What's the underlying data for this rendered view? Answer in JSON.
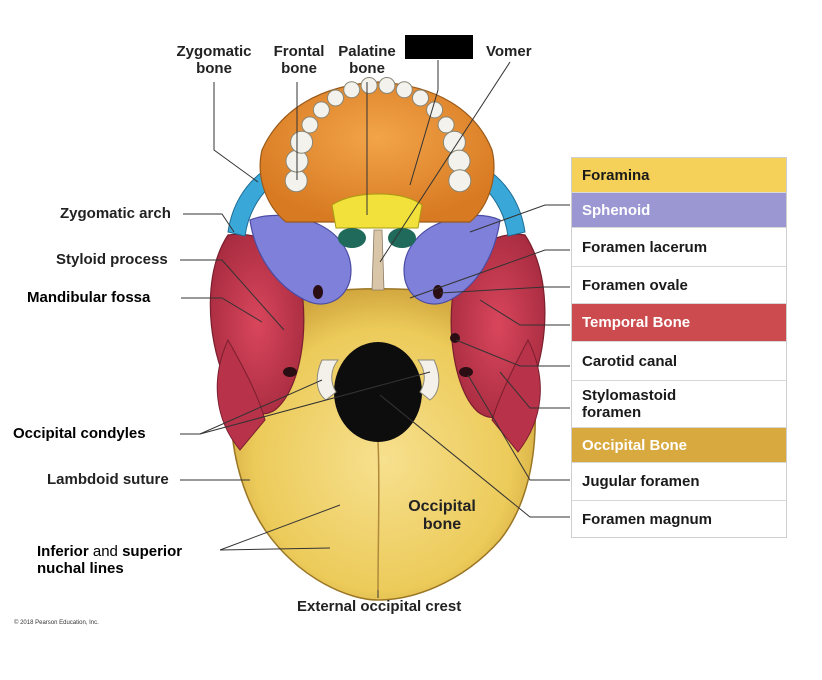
{
  "left_labels": {
    "zygomatic_bone": [
      "Zygomatic",
      "bone"
    ],
    "frontal_bone": [
      "Frontal",
      "bone"
    ],
    "palatine_bone": [
      "Palatine",
      "bone"
    ],
    "vomer": "Vomer",
    "zygomatic_arch": "Zygomatic arch",
    "styloid_process": "Styloid process",
    "mandibular_fossa": "Mandibular fossa",
    "occipital_condyles": "Occipital condyles",
    "lambdoid_suture": "Lambdoid suture",
    "nuchal_lines": {
      "line1_bold_a": "Inferior",
      "line1_normal": " and ",
      "line1_bold_b": "superior",
      "line2": "nuchal lines"
    },
    "occipital_bone": [
      "Occipital",
      "bone"
    ],
    "external_occipital_crest": "External occipital crest"
  },
  "legend": {
    "rows": [
      {
        "text": "Foramina",
        "bg": "#f6d15a",
        "fg": "#1a1a1a"
      },
      {
        "text": "Sphenoid",
        "bg": "#9b97d3",
        "fg": "#ffffff"
      },
      {
        "text": "Foramen lacerum",
        "bg": "#ffffff",
        "fg": "#1a1a1a"
      },
      {
        "text": "Foramen ovale",
        "bg": "#ffffff",
        "fg": "#1a1a1a"
      },
      {
        "text": "Temporal Bone",
        "bg": "#cc4b4f",
        "fg": "#ffffff"
      },
      {
        "text": "Carotid canal",
        "bg": "#ffffff",
        "fg": "#1a1a1a"
      },
      {
        "text": "Stylomastoid\nforamen",
        "bg": "#ffffff",
        "fg": "#1a1a1a"
      },
      {
        "text": "Occipital Bone",
        "bg": "#d8a93f",
        "fg": "#ffffff"
      },
      {
        "text": "Jugular foramen",
        "bg": "#ffffff",
        "fg": "#1a1a1a"
      },
      {
        "text": "Foramen magnum",
        "bg": "#ffffff",
        "fg": "#1a1a1a"
      }
    ]
  },
  "copyright": "© 2018 Pearson Education, Inc.",
  "colors": {
    "occipital": "#efd36a",
    "temporal": "#c9384f",
    "sphenoid": "#7d7fd6",
    "palatine": "#f2e13a",
    "maxilla": "#e9932f",
    "zygomatic": "#3aa7d9",
    "vomer": "#d9c5a8",
    "foramen_dark": "#111111",
    "teeth": "#f3f2ec"
  }
}
